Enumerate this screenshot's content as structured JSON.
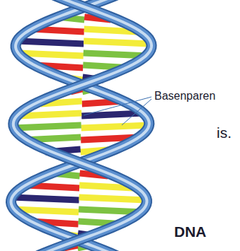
{
  "diagram": {
    "labels": [
      "Basenparen",
      "is.",
      "DNA"
    ]
  }
}
